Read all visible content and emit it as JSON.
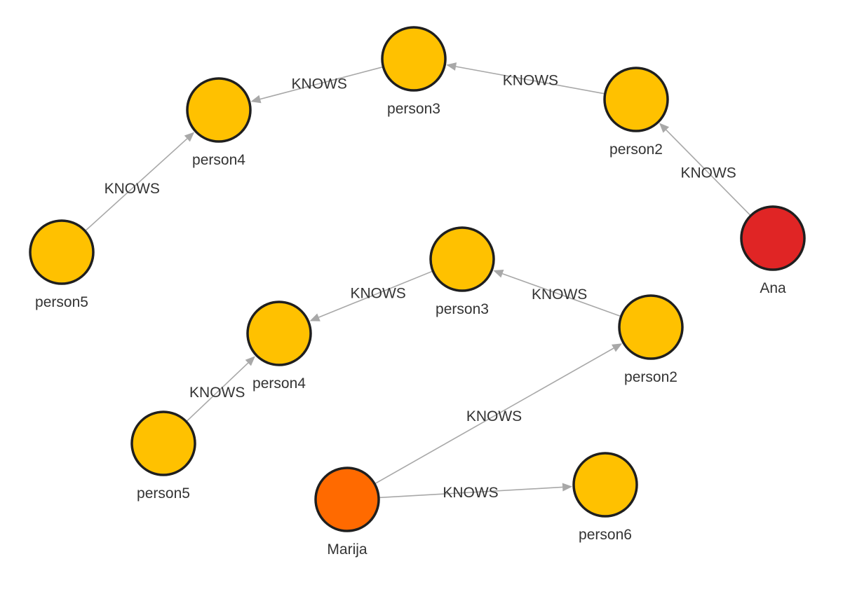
{
  "graph": {
    "colors": {
      "person": "#ffc100",
      "ana": "#e02525",
      "marija": "#ff6a00",
      "edge": "#a8a8a8"
    },
    "nodes": [
      {
        "id": "g1_person3",
        "label": "person3",
        "color": "person"
      },
      {
        "id": "g1_person4",
        "label": "person4",
        "color": "person"
      },
      {
        "id": "g1_person2",
        "label": "person2",
        "color": "person"
      },
      {
        "id": "g1_person5",
        "label": "person5",
        "color": "person"
      },
      {
        "id": "g1_ana",
        "label": "Ana",
        "color": "ana"
      },
      {
        "id": "g2_person3",
        "label": "person3",
        "color": "person"
      },
      {
        "id": "g2_person4",
        "label": "person4",
        "color": "person"
      },
      {
        "id": "g2_person2",
        "label": "person2",
        "color": "person"
      },
      {
        "id": "g2_person5",
        "label": "person5",
        "color": "person"
      },
      {
        "id": "g2_marija",
        "label": "Marija",
        "color": "marija"
      },
      {
        "id": "g2_person6",
        "label": "person6",
        "color": "person"
      }
    ],
    "edges": [
      {
        "from": "g1_person3",
        "to": "g1_person4",
        "label": "KNOWS"
      },
      {
        "from": "g1_person2",
        "to": "g1_person3",
        "label": "KNOWS"
      },
      {
        "from": "g1_person5",
        "to": "g1_person4",
        "label": "KNOWS"
      },
      {
        "from": "g1_ana",
        "to": "g1_person2",
        "label": "KNOWS"
      },
      {
        "from": "g2_person3",
        "to": "g2_person4",
        "label": "KNOWS"
      },
      {
        "from": "g2_person2",
        "to": "g2_person3",
        "label": "KNOWS"
      },
      {
        "from": "g2_person5",
        "to": "g2_person4",
        "label": "KNOWS"
      },
      {
        "from": "g2_marija",
        "to": "g2_person2",
        "label": "KNOWS"
      },
      {
        "from": "g2_marija",
        "to": "g2_person6",
        "label": "KNOWS"
      }
    ]
  }
}
